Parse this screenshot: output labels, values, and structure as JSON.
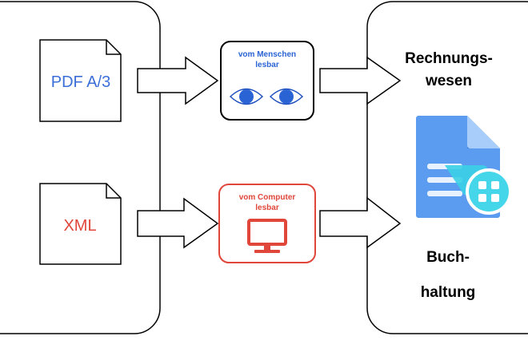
{
  "left_panel": {
    "docs": [
      {
        "label": "PDF A/3",
        "color": "#3b6fd8"
      },
      {
        "label": "XML",
        "color": "#e0463a"
      }
    ]
  },
  "middle": {
    "human": {
      "line1": "vom Menschen",
      "line2": "lesbar",
      "color": "#2a63d4",
      "icon": "eyes-icon"
    },
    "computer": {
      "line1": "vom Computer",
      "line2": "lesbar",
      "color": "#e0463a",
      "icon": "monitor-icon"
    }
  },
  "right_panel": {
    "top_label": {
      "line1": "Rechnungs-",
      "line2": "wesen"
    },
    "bottom_label": {
      "line1": "Buch-",
      "line2": "haltung"
    },
    "icon": "document-app-icon"
  }
}
